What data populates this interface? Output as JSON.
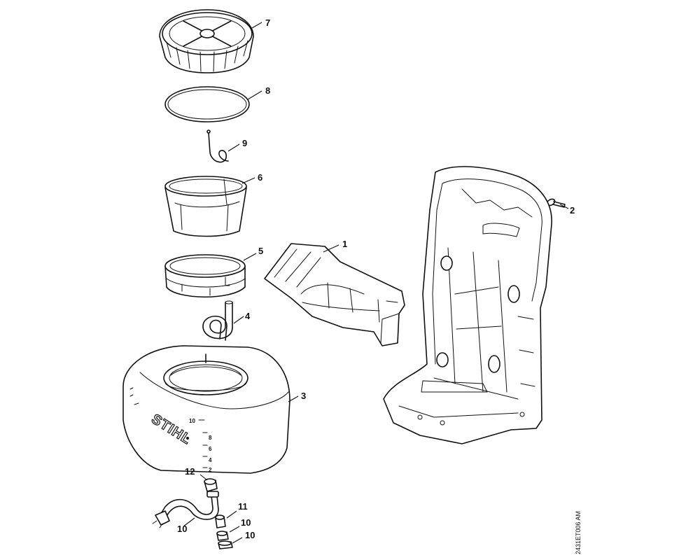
{
  "diagram": {
    "callouts": [
      {
        "id": "1",
        "label": "1"
      },
      {
        "id": "2",
        "label": "2"
      },
      {
        "id": "3",
        "label": "3"
      },
      {
        "id": "4",
        "label": "4"
      },
      {
        "id": "5",
        "label": "5"
      },
      {
        "id": "6",
        "label": "6"
      },
      {
        "id": "7",
        "label": "7"
      },
      {
        "id": "8",
        "label": "8"
      },
      {
        "id": "9",
        "label": "9"
      },
      {
        "id": "10a",
        "label": "10"
      },
      {
        "id": "10b",
        "label": "10"
      },
      {
        "id": "11",
        "label": "11"
      },
      {
        "id": "12",
        "label": "12"
      },
      {
        "id": "13",
        "label": "13"
      }
    ],
    "brand": "STIHL",
    "tank_scale": [
      "10",
      "8",
      "6",
      "4",
      "2"
    ],
    "doc_id": "2431ET006 AM"
  }
}
